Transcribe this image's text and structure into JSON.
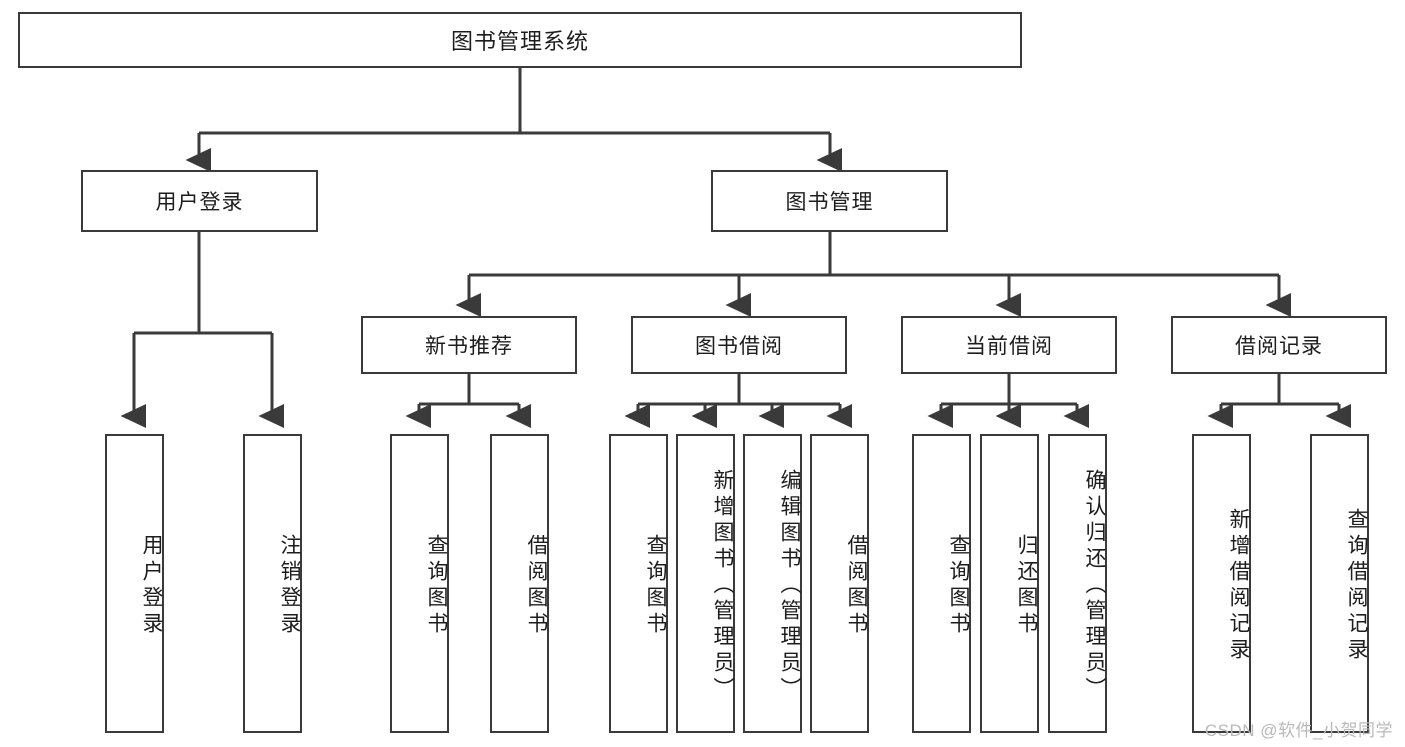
{
  "diagram": {
    "title": "图书管理系统",
    "watermark": "CSDN @软件_小贺同学",
    "line_color": "#3a3a3a",
    "box_fill": "#ffffff",
    "text_color": "#1d1d1d",
    "watermark_color": "#b9b9b9",
    "type": "tree",
    "levels": 4
  },
  "nodes": {
    "root": {
      "label": "图书管理系统",
      "level": 1,
      "orientation": "horizontal"
    },
    "user_login": {
      "label": "用户登录",
      "level": 2,
      "orientation": "horizontal"
    },
    "book_manage": {
      "label": "图书管理",
      "level": 2,
      "orientation": "horizontal"
    },
    "new_book_rec": {
      "label": "新书推荐",
      "level": 3,
      "orientation": "horizontal"
    },
    "book_borrow": {
      "label": "图书借阅",
      "level": 3,
      "orientation": "horizontal"
    },
    "current_borrow": {
      "label": "当前借阅",
      "level": 3,
      "orientation": "horizontal"
    },
    "borrow_record": {
      "label": "借阅记录",
      "level": 3,
      "orientation": "horizontal"
    },
    "leaf_user_login": {
      "label": "用户登录",
      "level": 4,
      "orientation": "vertical"
    },
    "leaf_logout": {
      "label": "注销登录",
      "level": 4,
      "orientation": "vertical"
    },
    "leaf_query_book_1": {
      "label": "查询图书",
      "level": 4,
      "orientation": "vertical"
    },
    "leaf_borrow_book_1": {
      "label": "借阅图书",
      "level": 4,
      "orientation": "vertical"
    },
    "leaf_query_book_2": {
      "label": "查询图书",
      "level": 4,
      "orientation": "vertical"
    },
    "leaf_add_book": {
      "label": "新增图书（管理员）",
      "level": 4,
      "orientation": "vertical"
    },
    "leaf_edit_book": {
      "label": "编辑图书（管理员）",
      "level": 4,
      "orientation": "vertical"
    },
    "leaf_borrow_book_2": {
      "label": "借阅图书",
      "level": 4,
      "orientation": "vertical"
    },
    "leaf_query_book_3": {
      "label": "查询图书",
      "level": 4,
      "orientation": "vertical"
    },
    "leaf_return_book": {
      "label": "归还图书",
      "level": 4,
      "orientation": "vertical"
    },
    "leaf_confirm_return": {
      "label": "确认归还（管理员）",
      "level": 4,
      "orientation": "vertical"
    },
    "leaf_add_record": {
      "label": "新增借阅记录",
      "level": 4,
      "orientation": "vertical"
    },
    "leaf_query_record": {
      "label": "查询借阅记录",
      "level": 4,
      "orientation": "vertical"
    }
  },
  "edges": [
    {
      "from": "root",
      "to": "user_login"
    },
    {
      "from": "root",
      "to": "book_manage"
    },
    {
      "from": "user_login",
      "to": "leaf_user_login"
    },
    {
      "from": "user_login",
      "to": "leaf_logout"
    },
    {
      "from": "book_manage",
      "to": "new_book_rec"
    },
    {
      "from": "book_manage",
      "to": "book_borrow"
    },
    {
      "from": "book_manage",
      "to": "current_borrow"
    },
    {
      "from": "book_manage",
      "to": "borrow_record"
    },
    {
      "from": "new_book_rec",
      "to": "leaf_query_book_1"
    },
    {
      "from": "new_book_rec",
      "to": "leaf_borrow_book_1"
    },
    {
      "from": "book_borrow",
      "to": "leaf_query_book_2"
    },
    {
      "from": "book_borrow",
      "to": "leaf_add_book"
    },
    {
      "from": "book_borrow",
      "to": "leaf_edit_book"
    },
    {
      "from": "book_borrow",
      "to": "leaf_borrow_book_2"
    },
    {
      "from": "current_borrow",
      "to": "leaf_query_book_3"
    },
    {
      "from": "current_borrow",
      "to": "leaf_return_book"
    },
    {
      "from": "current_borrow",
      "to": "leaf_confirm_return"
    },
    {
      "from": "borrow_record",
      "to": "leaf_add_record"
    },
    {
      "from": "borrow_record",
      "to": "leaf_query_record"
    }
  ]
}
